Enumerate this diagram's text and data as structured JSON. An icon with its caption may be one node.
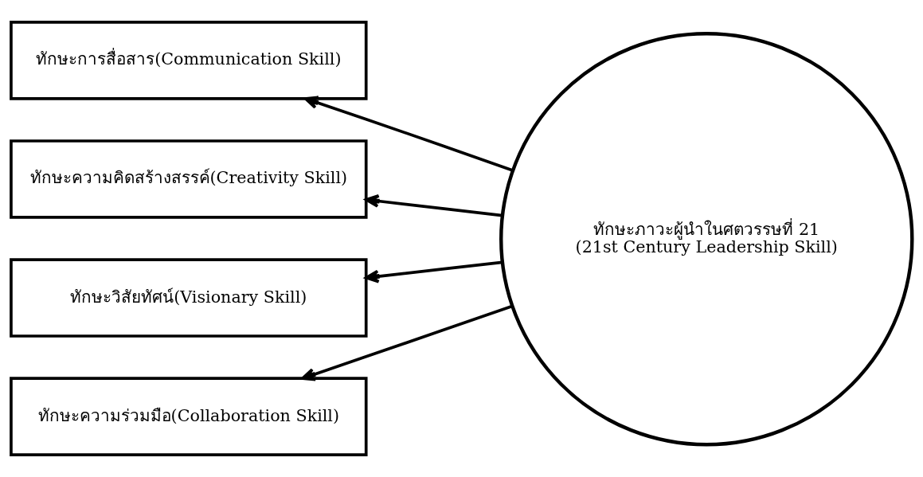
{
  "diagram": {
    "nodes": [
      {
        "text": [
          "ทักษะการสื่อสาร(Communication Skill)"
        ]
      },
      {
        "text": [
          "ทักษะความคิดสร้างสรรค์(Creativity Skill)"
        ]
      },
      {
        "text": [
          "ทักษะวิสัยทัศน์(Visionary Skill)"
        ]
      },
      {
        "text": [
          "ทักษะความร่วมมือ(Collaboration Skill)"
        ]
      },
      {
        "text": [
          "ทักษะภาวะผู้นำในศตวรรษที่ 21",
          "(21st Century Leadership Skill)"
        ]
      }
    ],
    "edges": [
      {
        "from": 4,
        "to": 0,
        "arrow": "to"
      },
      {
        "from": 4,
        "to": 1,
        "arrow": "to"
      },
      {
        "from": 4,
        "to": 2,
        "arrow": "to"
      },
      {
        "from": 4,
        "to": 3,
        "arrow": "to"
      }
    ]
  }
}
